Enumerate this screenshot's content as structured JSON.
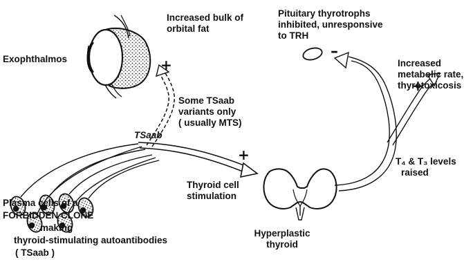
{
  "labels": {
    "orbital_fat": [
      "Increased bulk of",
      "orbital fat"
    ],
    "exophthalmos": "Exophthalmos",
    "tsaab_variants": [
      "Some TSaab",
      "variants only",
      "( usually MTS)"
    ],
    "pituitary": [
      "Pituitary thyrotrophs",
      "inhibited, unresponsive",
      "to TRH"
    ],
    "metabolic": [
      "Increased",
      "metabolic rate,",
      "thyrotoxicosis"
    ],
    "tsaab_arrow": "TSaab",
    "t4t3": [
      "T₄ & T₃ levels",
      "raised"
    ],
    "thyroid_stimulation": [
      "Thyroid cell",
      "stimulation"
    ],
    "plasma_cells": [
      "Plasma cells of a",
      "FORBIDDEN CLONE",
      "making",
      "thyroid-stimulating autoantibodies",
      "( TSaab )"
    ],
    "hyperplastic": [
      "Hyperplastic",
      "thyroid"
    ]
  },
  "signs": {
    "orbit_effect": "+",
    "thyroid_effect": "+",
    "pituitary_effect": "–",
    "metabolic_effect": "+"
  },
  "colors": {
    "ink": "#111111",
    "background": "#ffffff"
  }
}
